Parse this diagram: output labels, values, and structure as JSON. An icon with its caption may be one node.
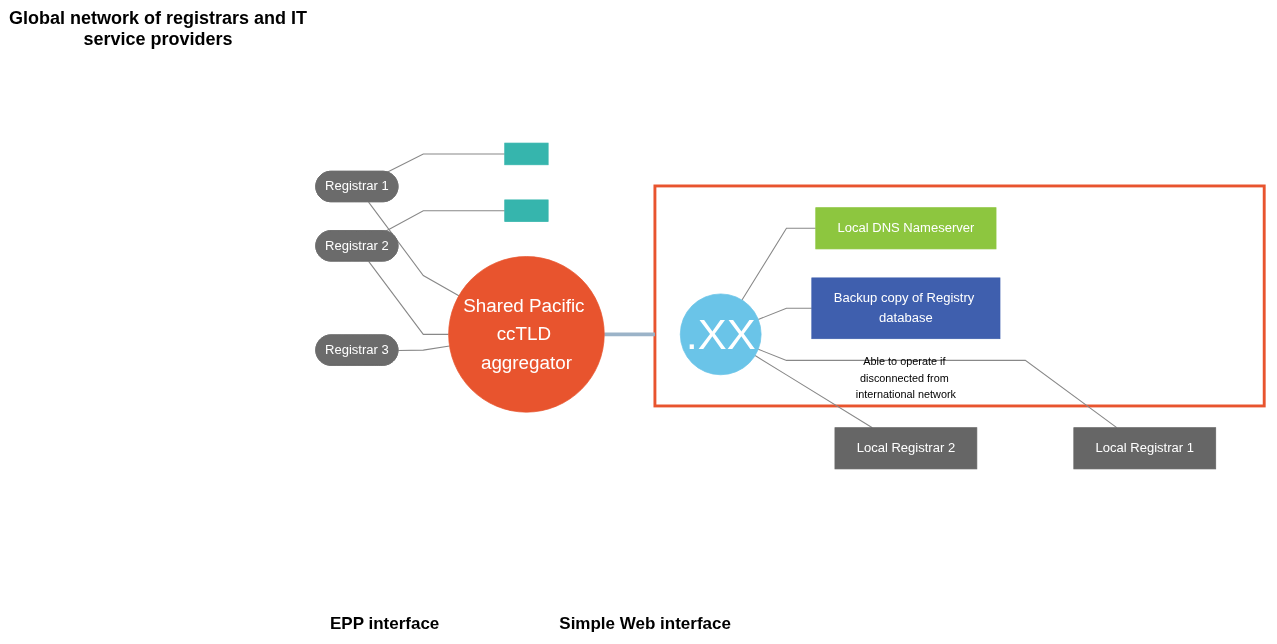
{
  "diagram": {
    "title": "Global network of registrars and IT service providers",
    "nodes": [
      {
        "text": [
          "Registrar 1"
        ]
      },
      {
        "text": [],
        "shape": "box"
      },
      {
        "text": [
          "Registrar 2"
        ]
      },
      {
        "text": [],
        "shape": "box"
      },
      {
        "text": [
          "Registrar 3"
        ]
      },
      {
        "text": [
          "Shared Pacific ccTLD aggregator"
        ]
      },
      {
        "text": [],
        "shape": "box"
      },
      {
        "text": [
          ".XX"
        ],
        "in": 6
      },
      {
        "text": [
          "Local DNS Nameserver"
        ],
        "in": 6
      },
      {
        "text": [
          "Backup copy of Registry database"
        ],
        "in": 6,
        "beside": [
          "Able to operate if disconnected from international network"
        ]
      },
      {
        "text": [
          "Local Registrar 2"
        ]
      },
      {
        "text": [
          "Local Registrar 1"
        ]
      }
    ],
    "edges": [
      {
        "from": 0,
        "to": 5,
        "arrow": "none"
      },
      {
        "from": 0,
        "to": 1,
        "arrow": "none"
      },
      {
        "from": 2,
        "to": 5,
        "arrow": "none"
      },
      {
        "from": 2,
        "to": 3,
        "arrow": "none"
      },
      {
        "from": 4,
        "to": 5,
        "arrow": "none"
      },
      {
        "from": 5,
        "to": 6,
        "arrow": "none",
        "style": "thick",
        "color": "#9bb3c8"
      },
      {
        "from": 7,
        "to": 10,
        "arrow": "none"
      },
      {
        "from": 7,
        "to": 8,
        "arrow": "none"
      },
      {
        "from": 7,
        "to": 9,
        "arrow": "none"
      },
      {
        "from": 7,
        "to": 11,
        "arrow": "none"
      }
    ],
    "labels": [
      "EPP interface",
      "Simple Web interface"
    ]
  }
}
